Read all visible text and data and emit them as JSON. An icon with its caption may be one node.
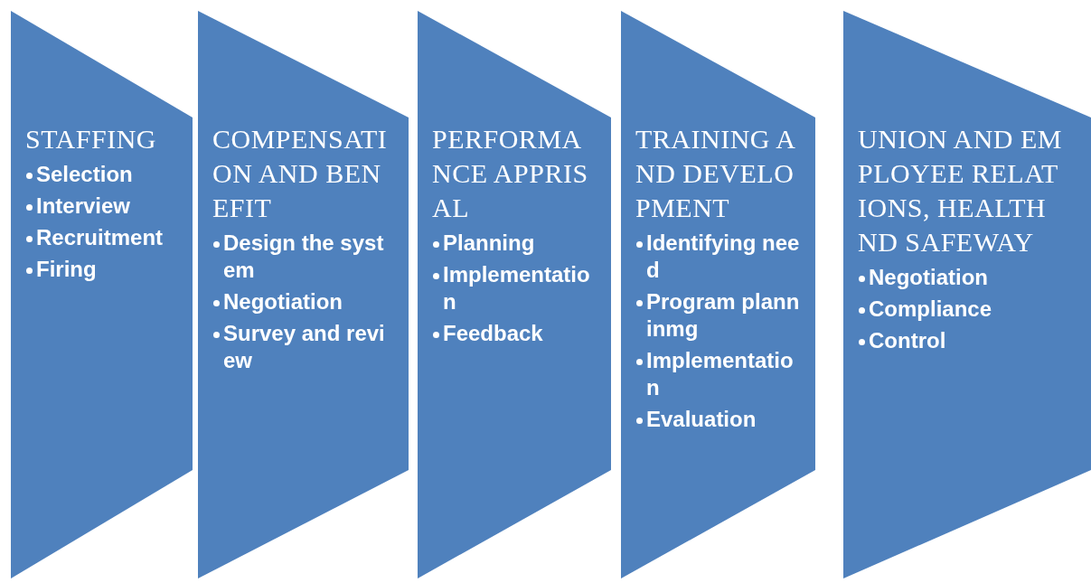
{
  "diagram": {
    "nodes": [
      {
        "text": [
          "STAFFING",
          "Selection",
          "Interview",
          "Recruitment",
          "Firing"
        ]
      },
      {
        "text": [
          "COMPENSATION AND BENEFIT",
          "Design the system",
          "Negotiation",
          "Survey and review"
        ]
      },
      {
        "text": [
          "PERFORMANCE APPRISAL",
          "Planning",
          "Implementation",
          "Feedback"
        ]
      },
      {
        "text": [
          "TRAINING AND DEVELOPMENT",
          "Identifying need",
          "Program planninmg",
          "Implementation",
          "Evaluation"
        ]
      },
      {
        "text": [
          "UNION AND EMPLOYEE RELATIONS, HEALTH ND SAFEWAY",
          "Negotiation",
          "Compliance",
          "Control"
        ]
      }
    ]
  }
}
